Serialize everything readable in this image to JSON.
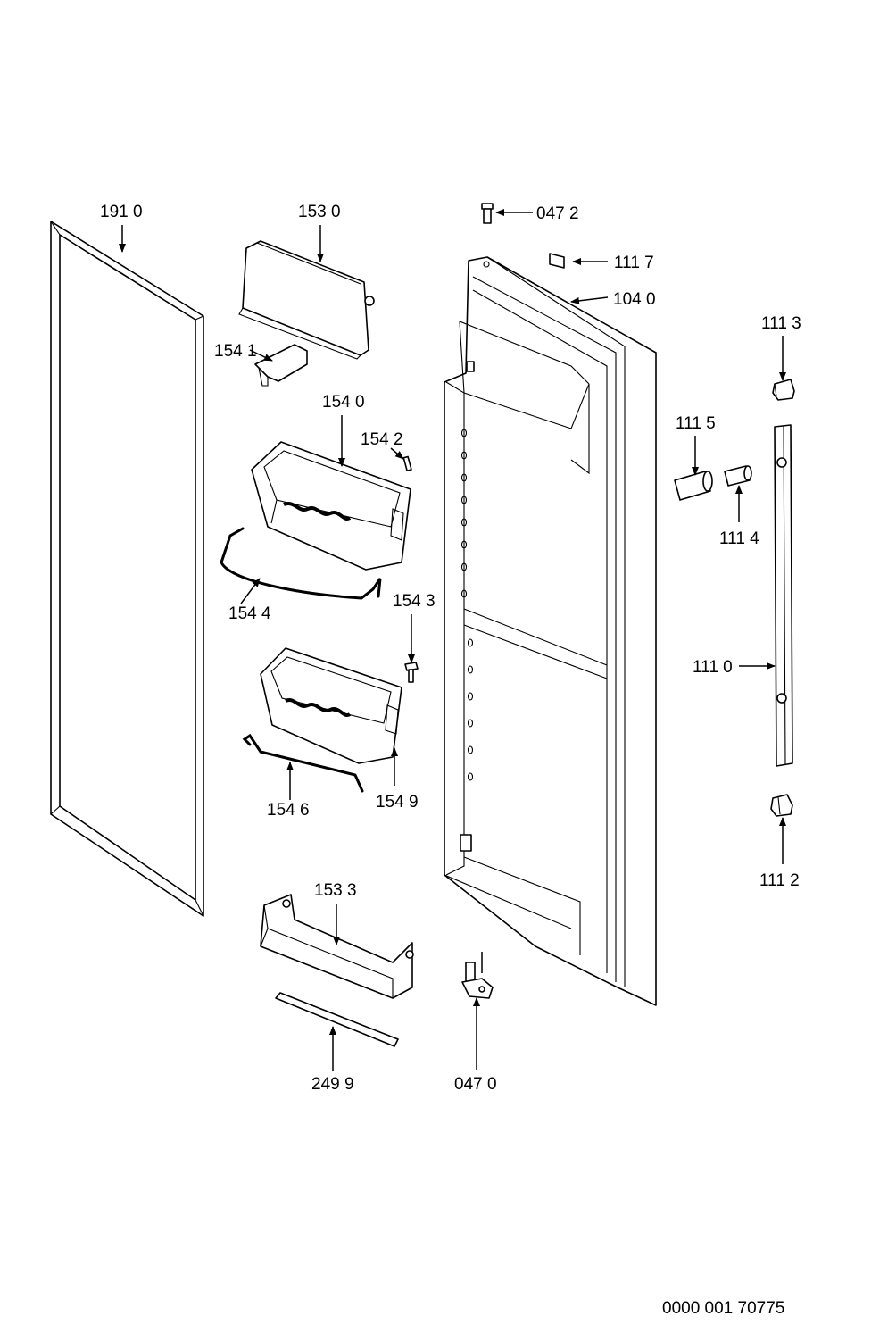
{
  "diagram": {
    "doc_number": "0000 001 70775",
    "parts": [
      {
        "id": "gasket",
        "label": "191 0"
      },
      {
        "id": "top-cover",
        "label": "153 0"
      },
      {
        "id": "cover-clip",
        "label": "154 1"
      },
      {
        "id": "bin-upper",
        "label": "154 0"
      },
      {
        "id": "pin-upper",
        "label": "154 2"
      },
      {
        "id": "wire-upper",
        "label": "154 4"
      },
      {
        "id": "screw",
        "label": "154 3"
      },
      {
        "id": "wire-lower",
        "label": "154 6"
      },
      {
        "id": "bin-lower-side",
        "label": "154 9"
      },
      {
        "id": "bottle-shelf",
        "label": "153 3"
      },
      {
        "id": "shelf-strip",
        "label": "249 9"
      },
      {
        "id": "hinge-pin-top",
        "label": "047 2"
      },
      {
        "id": "label-plate",
        "label": "111 7"
      },
      {
        "id": "door",
        "label": "104 0"
      },
      {
        "id": "handle-cap-top",
        "label": "111 3"
      },
      {
        "id": "bushing",
        "label": "111 5"
      },
      {
        "id": "plug",
        "label": "111 4"
      },
      {
        "id": "handle",
        "label": "111 0"
      },
      {
        "id": "handle-cap-bottom",
        "label": "111 2"
      },
      {
        "id": "hinge-bottom",
        "label": "047 0"
      }
    ]
  }
}
